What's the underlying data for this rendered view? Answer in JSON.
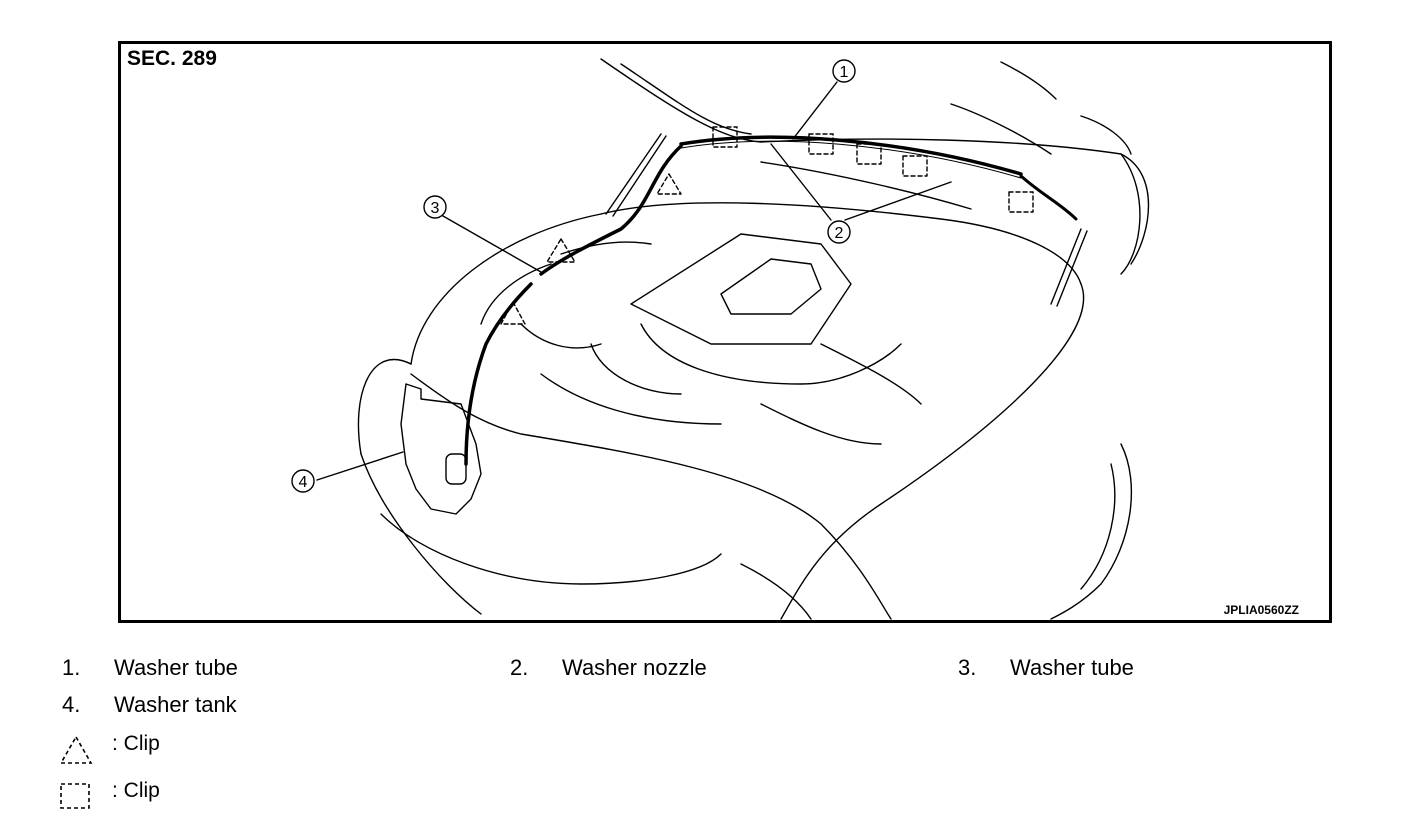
{
  "diagram": {
    "section_label": "SEC. 289",
    "image_code": "JPLIA0560ZZ",
    "callouts": [
      "1",
      "2",
      "3",
      "4"
    ]
  },
  "legend": {
    "items": [
      {
        "num": "1.",
        "text": "Washer tube"
      },
      {
        "num": "2.",
        "text": "Washer nozzle"
      },
      {
        "num": "3.",
        "text": "Washer tube"
      },
      {
        "num": "4.",
        "text": "Washer tank"
      }
    ],
    "clips": [
      {
        "symbol": "triangle-clip-icon",
        "text": ": Clip"
      },
      {
        "symbol": "square-clip-icon",
        "text": ": Clip"
      }
    ]
  }
}
